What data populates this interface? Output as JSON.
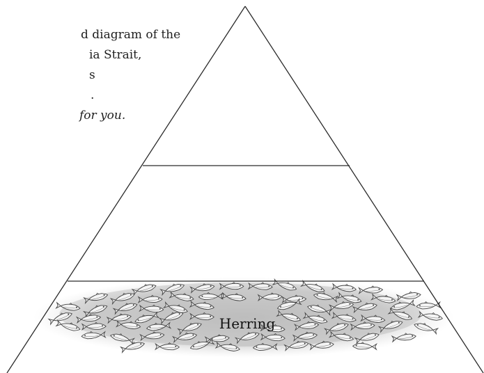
{
  "instructions": {
    "line1": "d diagram of the",
    "line2": "ia Strait,",
    "line3": "s",
    "line4": ".",
    "line5": "for you."
  },
  "pyramid": {
    "base_label": "Herring",
    "line_color": "#2a2a2a",
    "fish_shade_color": "#b8b8b8"
  }
}
